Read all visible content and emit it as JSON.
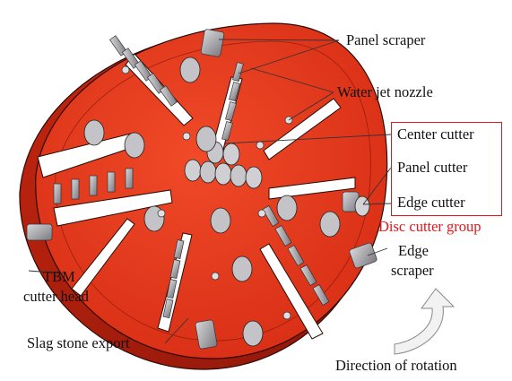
{
  "labels": {
    "panel_scraper": "Panel scraper",
    "water_jet_nozzle": "Water jet nozzle",
    "center_cutter": "Center cutter",
    "panel_cutter": "Panel cutter",
    "edge_cutter": "Edge cutter",
    "disc_cutter_group": "Disc cutter group",
    "edge_scraper_line1": "Edge",
    "edge_scraper_line2": "scraper",
    "tbm_line1": "TBM",
    "tbm_line2": "cutter head",
    "slag_stone_export": "Slag stone export",
    "direction_of_rotation": "Direction of rotation"
  },
  "colors": {
    "cutterhead_red": "#e8321a",
    "cutterhead_dark": "#b01e10",
    "steel": "#b8b8bc",
    "steel_dark": "#6e6e74",
    "label_red": "#e8141a",
    "leader": "#333333"
  }
}
